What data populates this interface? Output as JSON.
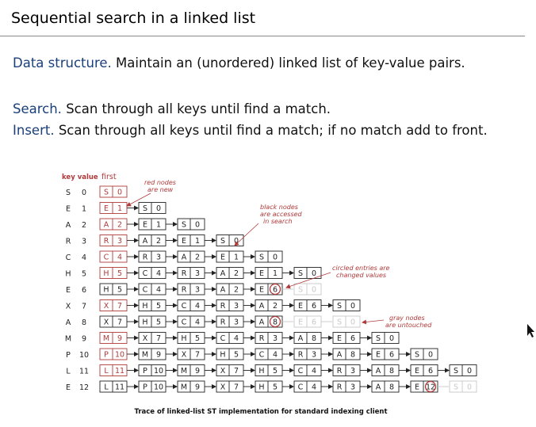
{
  "title": "Sequential search in a linked list",
  "lines": {
    "data_structure": {
      "term": "Data structure.",
      "text": "Maintain an (unordered) linked list of key-value pairs."
    },
    "search": {
      "term": "Search.",
      "text": "Scan through all keys until find a match."
    },
    "insert": {
      "term": "Insert.",
      "text": "Scan through all keys until find a match; if no match add to front."
    }
  },
  "trace": {
    "header_keyvalue": "key value",
    "header_first": "first",
    "caption": "Trace of linked-list ST implementation for standard indexing client",
    "annotations": {
      "red": [
        "red nodes",
        "are new"
      ],
      "black": [
        "black nodes",
        "are accessed",
        "in search"
      ],
      "circled": [
        "circled entries are",
        "changed values"
      ],
      "gray": [
        "gray nodes",
        "are untouched"
      ]
    },
    "colors": {
      "new": "#b03a3a",
      "black": "#222222",
      "gray": "#c8c8c8"
    },
    "rows": [
      {
        "key": "S",
        "value": "0",
        "nodes": [
          {
            "k": "S",
            "v": "0",
            "s": "new"
          }
        ]
      },
      {
        "key": "E",
        "value": "1",
        "nodes": [
          {
            "k": "E",
            "v": "1",
            "s": "new"
          },
          {
            "k": "S",
            "v": "0",
            "s": "black"
          }
        ]
      },
      {
        "key": "A",
        "value": "2",
        "nodes": [
          {
            "k": "A",
            "v": "2",
            "s": "new"
          },
          {
            "k": "E",
            "v": "1",
            "s": "black"
          },
          {
            "k": "S",
            "v": "0",
            "s": "black"
          }
        ]
      },
      {
        "key": "R",
        "value": "3",
        "nodes": [
          {
            "k": "R",
            "v": "3",
            "s": "new"
          },
          {
            "k": "A",
            "v": "2",
            "s": "black"
          },
          {
            "k": "E",
            "v": "1",
            "s": "black"
          },
          {
            "k": "S",
            "v": "0",
            "s": "black"
          }
        ]
      },
      {
        "key": "C",
        "value": "4",
        "nodes": [
          {
            "k": "C",
            "v": "4",
            "s": "new"
          },
          {
            "k": "R",
            "v": "3",
            "s": "black"
          },
          {
            "k": "A",
            "v": "2",
            "s": "black"
          },
          {
            "k": "E",
            "v": "1",
            "s": "black"
          },
          {
            "k": "S",
            "v": "0",
            "s": "black"
          }
        ]
      },
      {
        "key": "H",
        "value": "5",
        "nodes": [
          {
            "k": "H",
            "v": "5",
            "s": "new"
          },
          {
            "k": "C",
            "v": "4",
            "s": "black"
          },
          {
            "k": "R",
            "v": "3",
            "s": "black"
          },
          {
            "k": "A",
            "v": "2",
            "s": "black"
          },
          {
            "k": "E",
            "v": "1",
            "s": "black"
          },
          {
            "k": "S",
            "v": "0",
            "s": "black"
          }
        ]
      },
      {
        "key": "E",
        "value": "6",
        "nodes": [
          {
            "k": "H",
            "v": "5",
            "s": "black"
          },
          {
            "k": "C",
            "v": "4",
            "s": "black"
          },
          {
            "k": "R",
            "v": "3",
            "s": "black"
          },
          {
            "k": "A",
            "v": "2",
            "s": "black"
          },
          {
            "k": "E",
            "v": "6",
            "s": "black",
            "circled": true
          },
          {
            "k": "S",
            "v": "0",
            "s": "gray"
          }
        ]
      },
      {
        "key": "X",
        "value": "7",
        "nodes": [
          {
            "k": "X",
            "v": "7",
            "s": "new"
          },
          {
            "k": "H",
            "v": "5",
            "s": "black"
          },
          {
            "k": "C",
            "v": "4",
            "s": "black"
          },
          {
            "k": "R",
            "v": "3",
            "s": "black"
          },
          {
            "k": "A",
            "v": "2",
            "s": "black"
          },
          {
            "k": "E",
            "v": "6",
            "s": "black"
          },
          {
            "k": "S",
            "v": "0",
            "s": "black"
          }
        ]
      },
      {
        "key": "A",
        "value": "8",
        "nodes": [
          {
            "k": "X",
            "v": "7",
            "s": "black"
          },
          {
            "k": "H",
            "v": "5",
            "s": "black"
          },
          {
            "k": "C",
            "v": "4",
            "s": "black"
          },
          {
            "k": "R",
            "v": "3",
            "s": "black"
          },
          {
            "k": "A",
            "v": "8",
            "s": "black",
            "circled": true
          },
          {
            "k": "E",
            "v": "6",
            "s": "gray"
          },
          {
            "k": "S",
            "v": "0",
            "s": "gray"
          }
        ]
      },
      {
        "key": "M",
        "value": "9",
        "nodes": [
          {
            "k": "M",
            "v": "9",
            "s": "new"
          },
          {
            "k": "X",
            "v": "7",
            "s": "black"
          },
          {
            "k": "H",
            "v": "5",
            "s": "black"
          },
          {
            "k": "C",
            "v": "4",
            "s": "black"
          },
          {
            "k": "R",
            "v": "3",
            "s": "black"
          },
          {
            "k": "A",
            "v": "8",
            "s": "black"
          },
          {
            "k": "E",
            "v": "6",
            "s": "black"
          },
          {
            "k": "S",
            "v": "0",
            "s": "black"
          }
        ]
      },
      {
        "key": "P",
        "value": "10",
        "nodes": [
          {
            "k": "P",
            "v": "10",
            "s": "new"
          },
          {
            "k": "M",
            "v": "9",
            "s": "black"
          },
          {
            "k": "X",
            "v": "7",
            "s": "black"
          },
          {
            "k": "H",
            "v": "5",
            "s": "black"
          },
          {
            "k": "C",
            "v": "4",
            "s": "black"
          },
          {
            "k": "R",
            "v": "3",
            "s": "black"
          },
          {
            "k": "A",
            "v": "8",
            "s": "black"
          },
          {
            "k": "E",
            "v": "6",
            "s": "black"
          },
          {
            "k": "S",
            "v": "0",
            "s": "black"
          }
        ]
      },
      {
        "key": "L",
        "value": "11",
        "nodes": [
          {
            "k": "L",
            "v": "11",
            "s": "new"
          },
          {
            "k": "P",
            "v": "10",
            "s": "black"
          },
          {
            "k": "M",
            "v": "9",
            "s": "black"
          },
          {
            "k": "X",
            "v": "7",
            "s": "black"
          },
          {
            "k": "H",
            "v": "5",
            "s": "black"
          },
          {
            "k": "C",
            "v": "4",
            "s": "black"
          },
          {
            "k": "R",
            "v": "3",
            "s": "black"
          },
          {
            "k": "A",
            "v": "8",
            "s": "black"
          },
          {
            "k": "E",
            "v": "6",
            "s": "black"
          },
          {
            "k": "S",
            "v": "0",
            "s": "black"
          }
        ]
      },
      {
        "key": "E",
        "value": "12",
        "nodes": [
          {
            "k": "L",
            "v": "11",
            "s": "black"
          },
          {
            "k": "P",
            "v": "10",
            "s": "black"
          },
          {
            "k": "M",
            "v": "9",
            "s": "black"
          },
          {
            "k": "X",
            "v": "7",
            "s": "black"
          },
          {
            "k": "H",
            "v": "5",
            "s": "black"
          },
          {
            "k": "C",
            "v": "4",
            "s": "black"
          },
          {
            "k": "R",
            "v": "3",
            "s": "black"
          },
          {
            "k": "A",
            "v": "8",
            "s": "black"
          },
          {
            "k": "E",
            "v": "12",
            "s": "black",
            "circled": true
          },
          {
            "k": "S",
            "v": "0",
            "s": "gray"
          }
        ]
      }
    ]
  }
}
